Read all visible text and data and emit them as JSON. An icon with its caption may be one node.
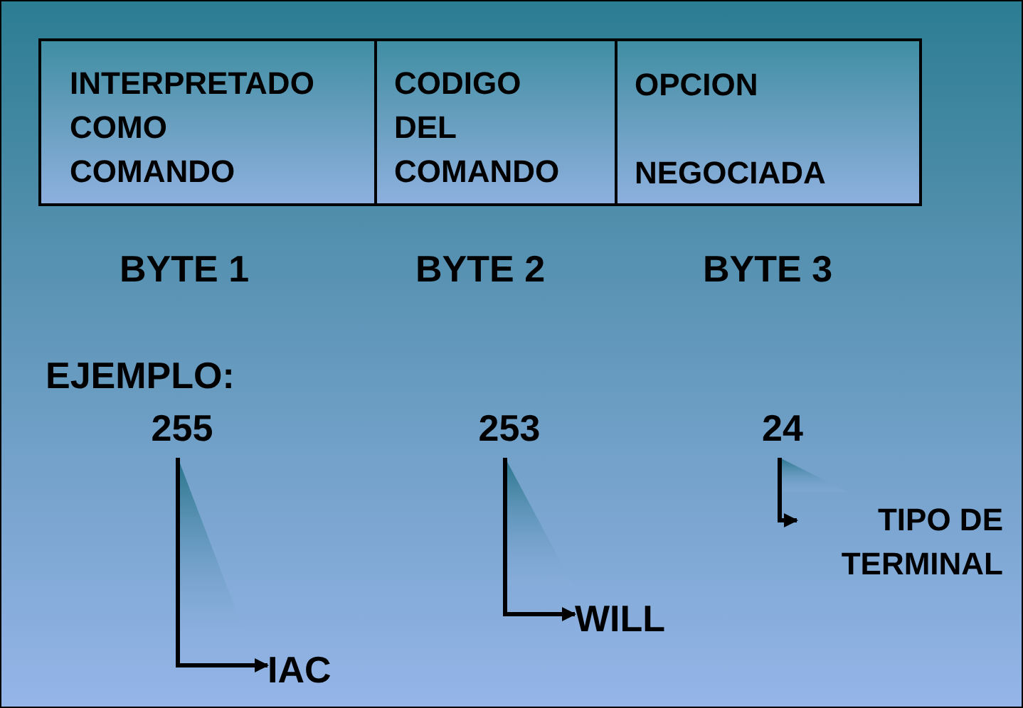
{
  "diagram": {
    "nodes": [
      {
        "text": [
          "INTERPRETADO COMO COMANDO"
        ]
      },
      {
        "text": [
          "CODIGO DEL COMANDO"
        ]
      },
      {
        "text": [
          "OPCION NEGOCIADA"
        ]
      },
      {
        "text": [
          "255"
        ]
      },
      {
        "text": [
          "253"
        ]
      },
      {
        "text": [
          "24"
        ]
      },
      {
        "text": [
          "IAC"
        ]
      },
      {
        "text": [
          "WILL"
        ]
      },
      {
        "text": [
          "TIPO DE TERMINAL"
        ]
      }
    ],
    "edges": [
      {
        "from": 3,
        "to": 6,
        "arrow": "to"
      },
      {
        "from": 4,
        "to": 7,
        "arrow": "to"
      },
      {
        "from": 5,
        "to": 8,
        "arrow": "to"
      }
    ],
    "labels": [
      "BYTE 1",
      "BYTE 2",
      "BYTE 3",
      "EJEMPLO:"
    ]
  }
}
